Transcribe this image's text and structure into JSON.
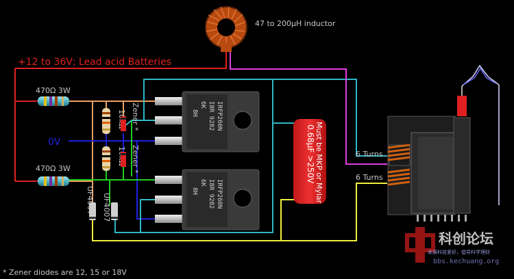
{
  "labels": {
    "inductor": "47 to 200µH inductor",
    "supply": "+12 to 36V; Lead acid Batteries",
    "ground": "0V",
    "resistor_top": "470Ω 3W",
    "resistor_bottom": "470Ω 3W",
    "res10k_top": "10kΩ",
    "res10k_bottom": "10kΩ",
    "zener_top": "Zener *",
    "zener_bottom": "Zener *",
    "diode_left": "UF4007",
    "diode_right": "UF4007",
    "cap_line1": "0.68µF >250V",
    "cap_line2": "Must be MKP or Mylar",
    "turns_top": "6 Turns",
    "turns_bottom": "6 Turns",
    "footnote": "* Zener diodes are 12, 15 or 18V"
  },
  "mosfet_top": {
    "line1": "IRFP260N",
    "line2": "I8R 9282",
    "line3": "6K",
    "line4": "8H"
  },
  "mosfet_bottom": {
    "line1": "IRFP260N",
    "line2": "I8R 9282",
    "line3": "6K",
    "line4": "8H"
  },
  "watermark": {
    "line1": "科创论坛",
    "line2": "发展科技爱好，倡导科学理财",
    "line3": "bbs.kechuang.org"
  },
  "colors": {
    "red": "#e02020",
    "blue": "#2020e0",
    "green": "#20d020",
    "cyan": "#30b8c8",
    "magenta": "#e040e0",
    "yellow": "#f0f040",
    "orange": "#f0a060"
  }
}
